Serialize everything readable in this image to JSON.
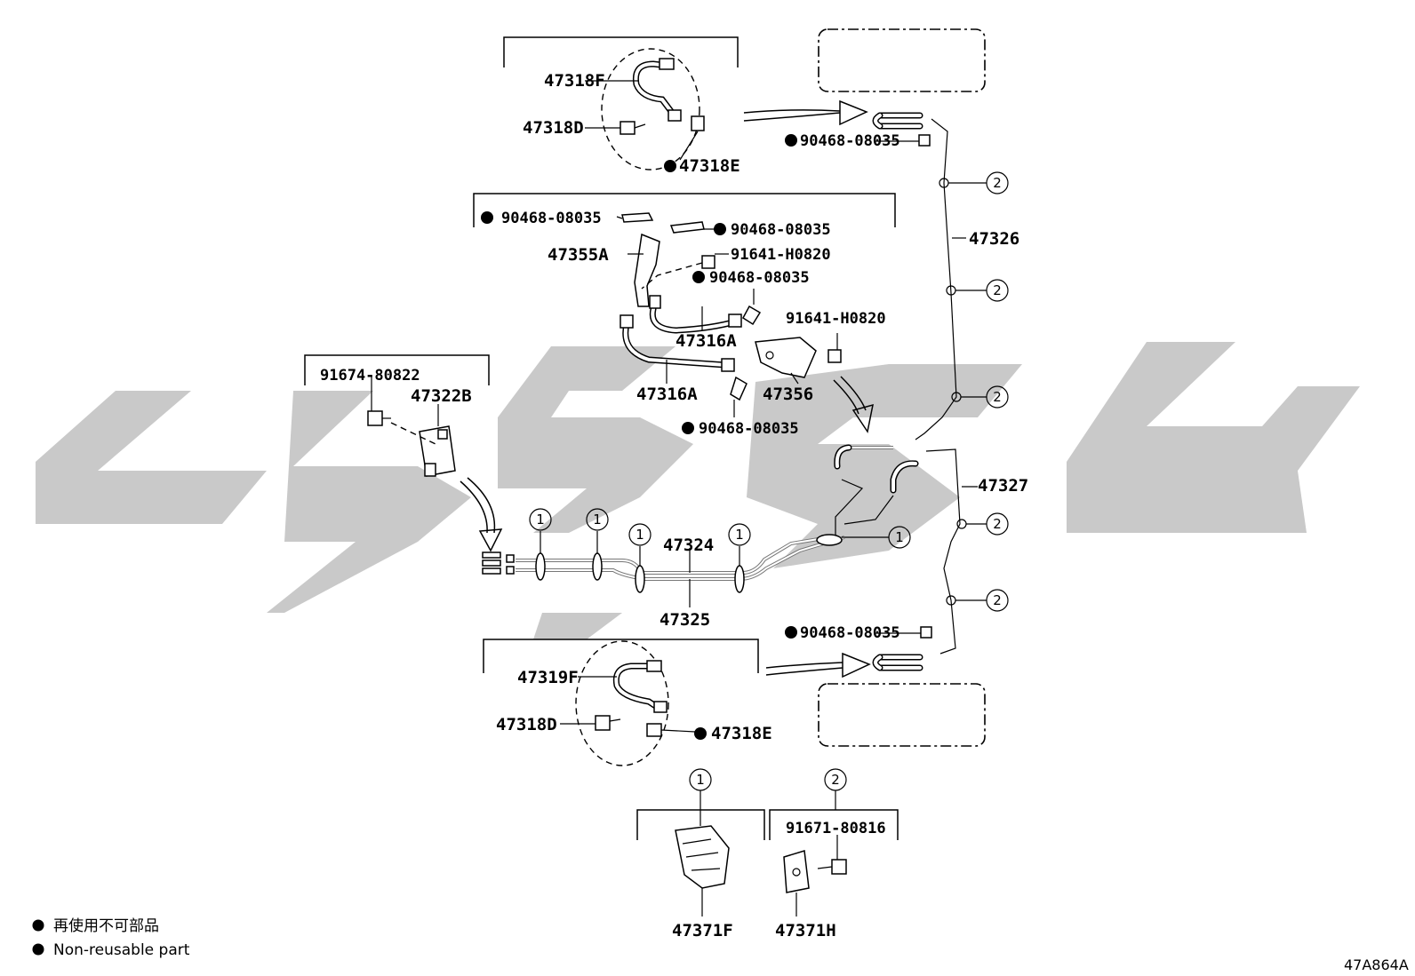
{
  "labels": {
    "p47318F": "47318F",
    "p47318D_top": "47318D",
    "p47318E_top": "47318E",
    "p90468_a": "90468-08035",
    "p47326": "47326",
    "p90468_b": "90468-08035",
    "p90468_c": "90468-08035",
    "p47355A": "47355A",
    "p91641_a": "91641-H0820",
    "p90468_d": "90468-08035",
    "p91641_b": "91641-H0820",
    "p47316A_a": "47316A",
    "p47316A_b": "47316A",
    "p47356": "47356",
    "p90468_e": "90468-08035",
    "p91674": "91674-80822",
    "p47322B": "47322B",
    "p47327": "47327",
    "p47324": "47324",
    "p47325": "47325",
    "p90468_f": "90468-08035",
    "p47319F": "47319F",
    "p47318D_bot": "47318D",
    "p47318E_bot": "47318E",
    "p91671": "91671-80816",
    "p47371F": "47371F",
    "p47371H": "47371H"
  },
  "callouts": {
    "one": "1",
    "two": "2"
  },
  "legend": {
    "ja": "再使用不可部品",
    "en": "Non-reusable part"
  },
  "diagram_code": "47A864A",
  "colors": {
    "watermark": "#c9c9c9",
    "line": "#000000"
  }
}
